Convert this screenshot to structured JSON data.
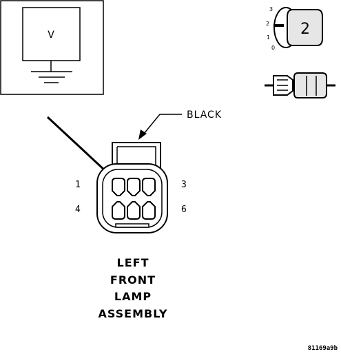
{
  "meter": {
    "label": "V"
  },
  "ignition": {
    "positions": [
      "3",
      "2",
      "1",
      "0"
    ],
    "selected": "2"
  },
  "connector": {
    "color_callout": "BLACK",
    "pin_labels": {
      "p1": "1",
      "p3": "3",
      "p4": "4",
      "p6": "6"
    }
  },
  "assembly_title": [
    "LEFT",
    "FRONT",
    "LAMP",
    "ASSEMBLY"
  ],
  "figure_code": "81169a9b"
}
